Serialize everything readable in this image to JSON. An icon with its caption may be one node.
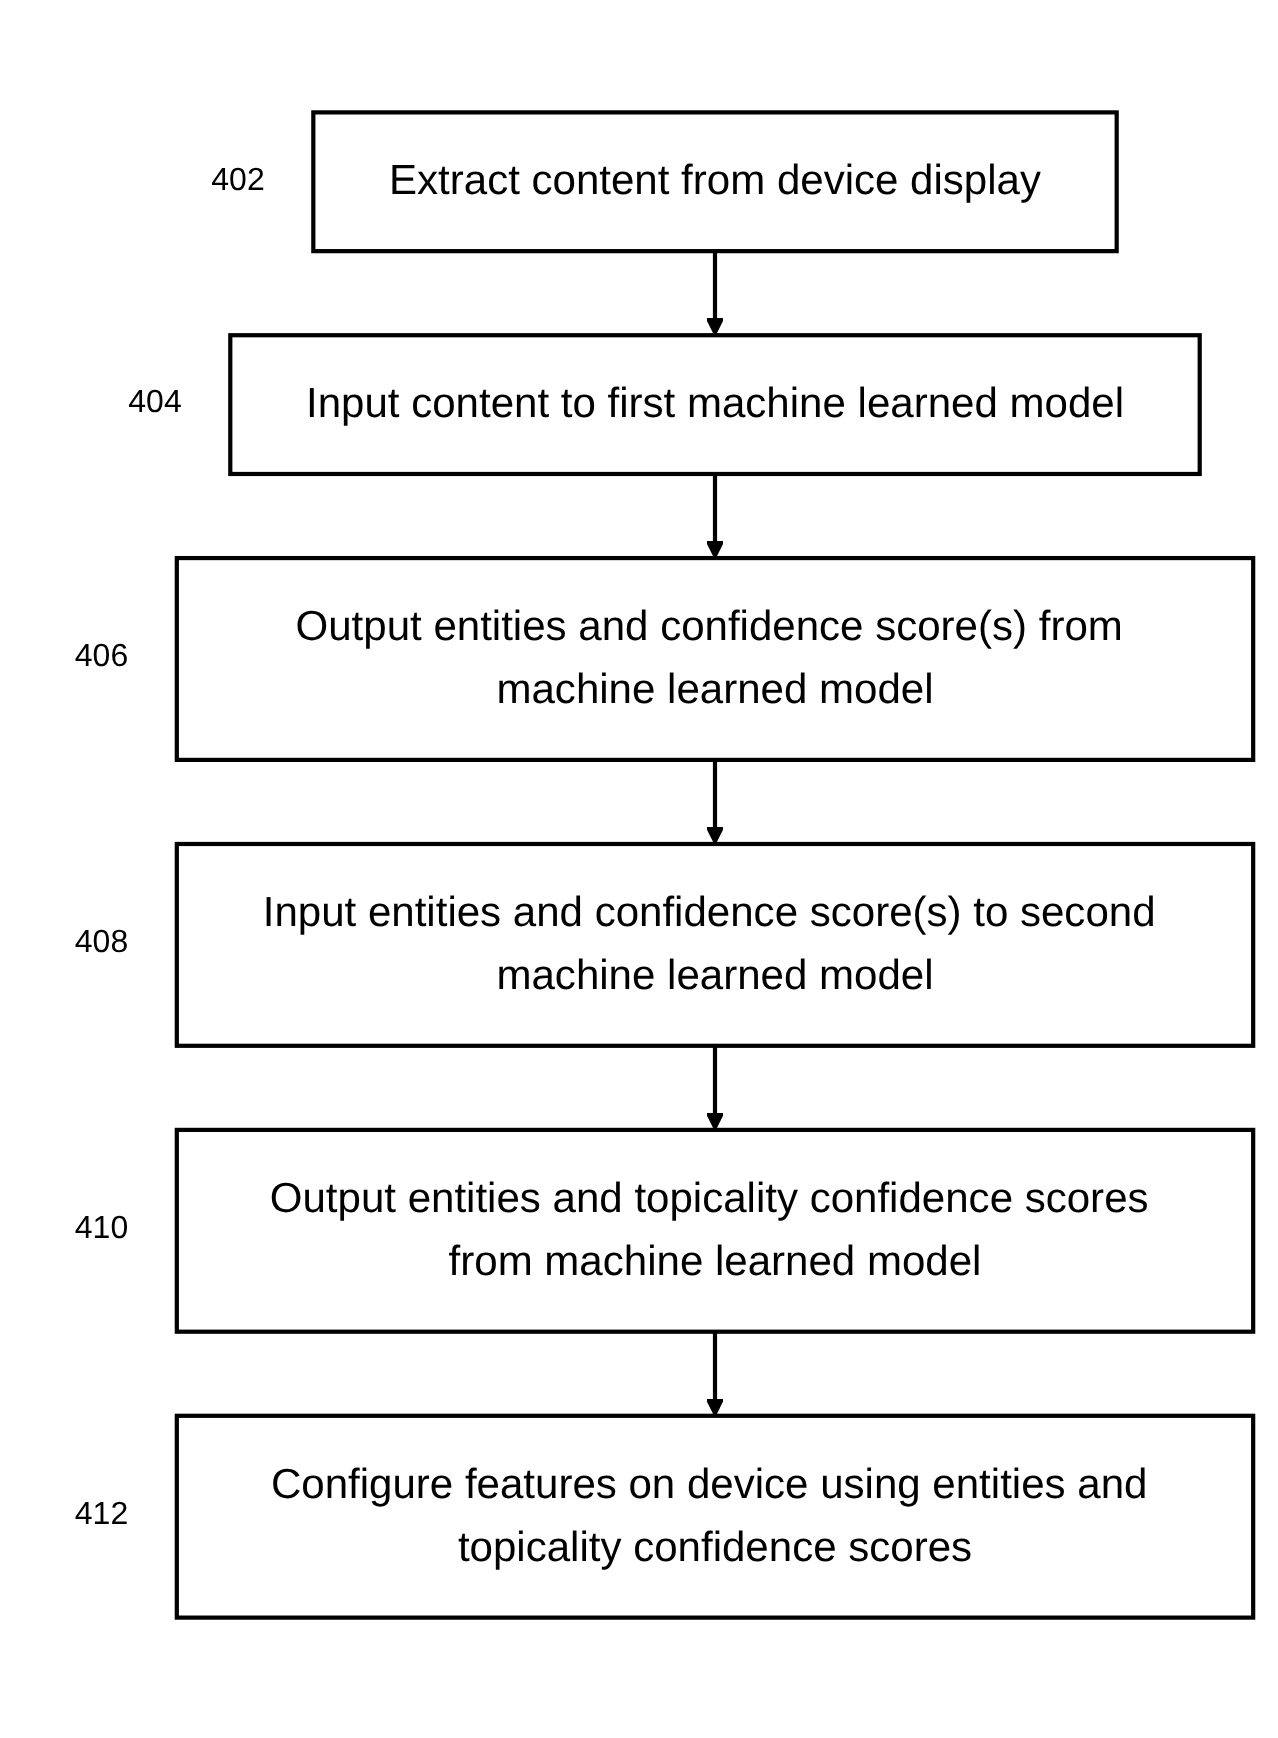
{
  "diagram": {
    "nodes": [
      {
        "text": [
          "Extract content from device display"
        ],
        "beside": [
          "402"
        ]
      },
      {
        "text": [
          "Input content to first machine learned model"
        ],
        "beside": [
          "404"
        ]
      },
      {
        "text": [
          "Output entities and confidence score(s) from machine learned model"
        ],
        "beside": [
          "406"
        ]
      },
      {
        "text": [
          "Input entities and confidence score(s) to second machine learned model"
        ],
        "beside": [
          "408"
        ]
      },
      {
        "text": [
          "Output entities and topicality confidence scores from machine learned model"
        ],
        "beside": [
          "410"
        ]
      },
      {
        "text": [
          "Configure features on device using entities and topicality confidence scores"
        ],
        "beside": [
          "412"
        ]
      }
    ],
    "edges": [
      {
        "from": 0,
        "to": 1,
        "arrow": "to"
      },
      {
        "from": 1,
        "to": 2,
        "arrow": "to"
      },
      {
        "from": 2,
        "to": 3,
        "arrow": "to"
      },
      {
        "from": 3,
        "to": 4,
        "arrow": "to"
      },
      {
        "from": 4,
        "to": 5,
        "arrow": "to"
      }
    ]
  }
}
